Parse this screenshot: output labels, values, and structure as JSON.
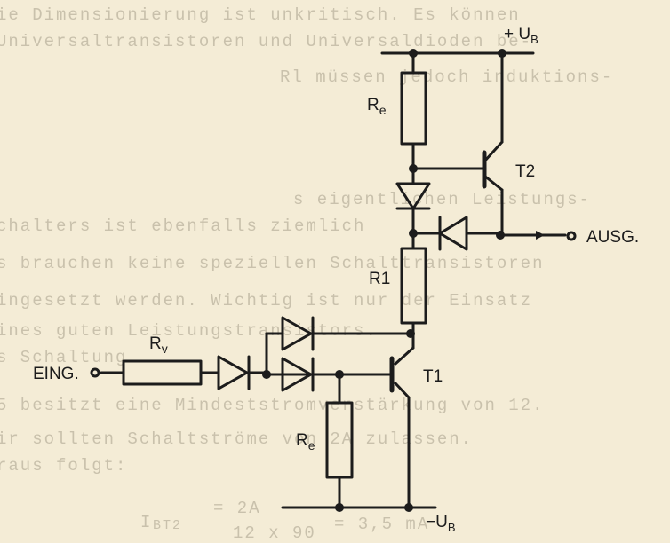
{
  "background_text": [
    "ie Dimensionierung ist unkritisch. Es können",
    "Universaltransistoren und Universaldioden be-",
    "Rl müssen jedoch induktions-",
    "s eigentlichen Leistungs-",
    "chalters ist ebenfalls ziemlich",
    "s brauchen keine speziellen Schalttransistoren",
    "ingesetzt werden. Wichtig ist nur der Einsatz",
    "ines guten Leistungstransistors.",
    "s Schaltung",
    "5 besitzt eine Mindeststromverstärkung von 12.",
    "ir sollten Schaltströme von 2A zulassen.",
    "raus folgt:",
    "I",
    "BT2",
    "= 2A",
    "12 x 90",
    "= 3,5 mA"
  ],
  "schematic": {
    "supply_pos": "+ U",
    "supply_pos_sub": "B",
    "supply_neg": "−U",
    "supply_neg_sub": "B",
    "input": "EING.",
    "output": "AUSG.",
    "resistor_top": "R",
    "resistor_top_sub": "e",
    "resistor_mid": "R1",
    "resistor_bottom": "R",
    "resistor_bottom_sub": "e",
    "resistor_input": "R",
    "resistor_input_sub": "v",
    "transistor_top": "T2",
    "transistor_bottom": "T1"
  },
  "colors": {
    "paper": "#f4ecd6",
    "ink": "#1c1c1c",
    "ghost_text": "#c9c1ac"
  }
}
